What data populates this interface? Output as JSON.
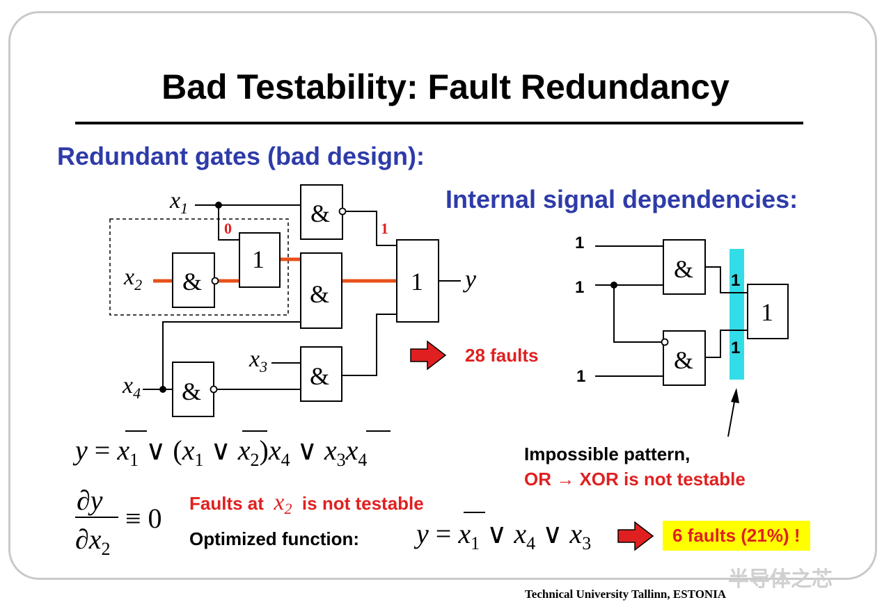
{
  "slide": {
    "title": "Bad Testability: Fault Redundancy",
    "subtitle_left": "Redundant gates (bad design):",
    "subtitle_right": "Internal signal dependencies:",
    "footer": "Technical University Tallinn, ESTONIA",
    "watermark": "半导体之芯"
  },
  "circuit_left": {
    "inputs": [
      {
        "var": "x",
        "sub": "1"
      },
      {
        "var": "x",
        "sub": "2"
      },
      {
        "var": "x",
        "sub": "3"
      },
      {
        "var": "x",
        "sub": "4"
      }
    ],
    "output": "y",
    "gates": {
      "and": "&",
      "or": "1"
    },
    "signal_zero": "0",
    "signal_one": "1"
  },
  "circuit_right": {
    "input_values": [
      "1",
      "1",
      "1"
    ],
    "internal_values": [
      "1",
      "1"
    ],
    "gates": {
      "and": "&",
      "or": "1"
    }
  },
  "faults_before": "28 faults",
  "faults_after": "6 faults (21%) !",
  "impossible": {
    "line1": "Impossible pattern,",
    "line2": "OR → XOR is not testable"
  },
  "not_testable": {
    "prefix": "Faults at",
    "var": "x",
    "sub": "2",
    "suffix": "is not testable"
  },
  "optimized_label": "Optimized function:",
  "equation_main": {
    "lhs": "y",
    "eq": "=",
    "or": "∨"
  },
  "derivative": {
    "num": "∂y",
    "den_d": "∂x",
    "den_sub": "2",
    "rel": "≡ 0"
  },
  "colors": {
    "title_blue": "#2e3ba8",
    "red": "#e02020",
    "orange_wire": "#e8501a",
    "cyan_band": "#33dde8",
    "highlight": "#ffff00"
  }
}
